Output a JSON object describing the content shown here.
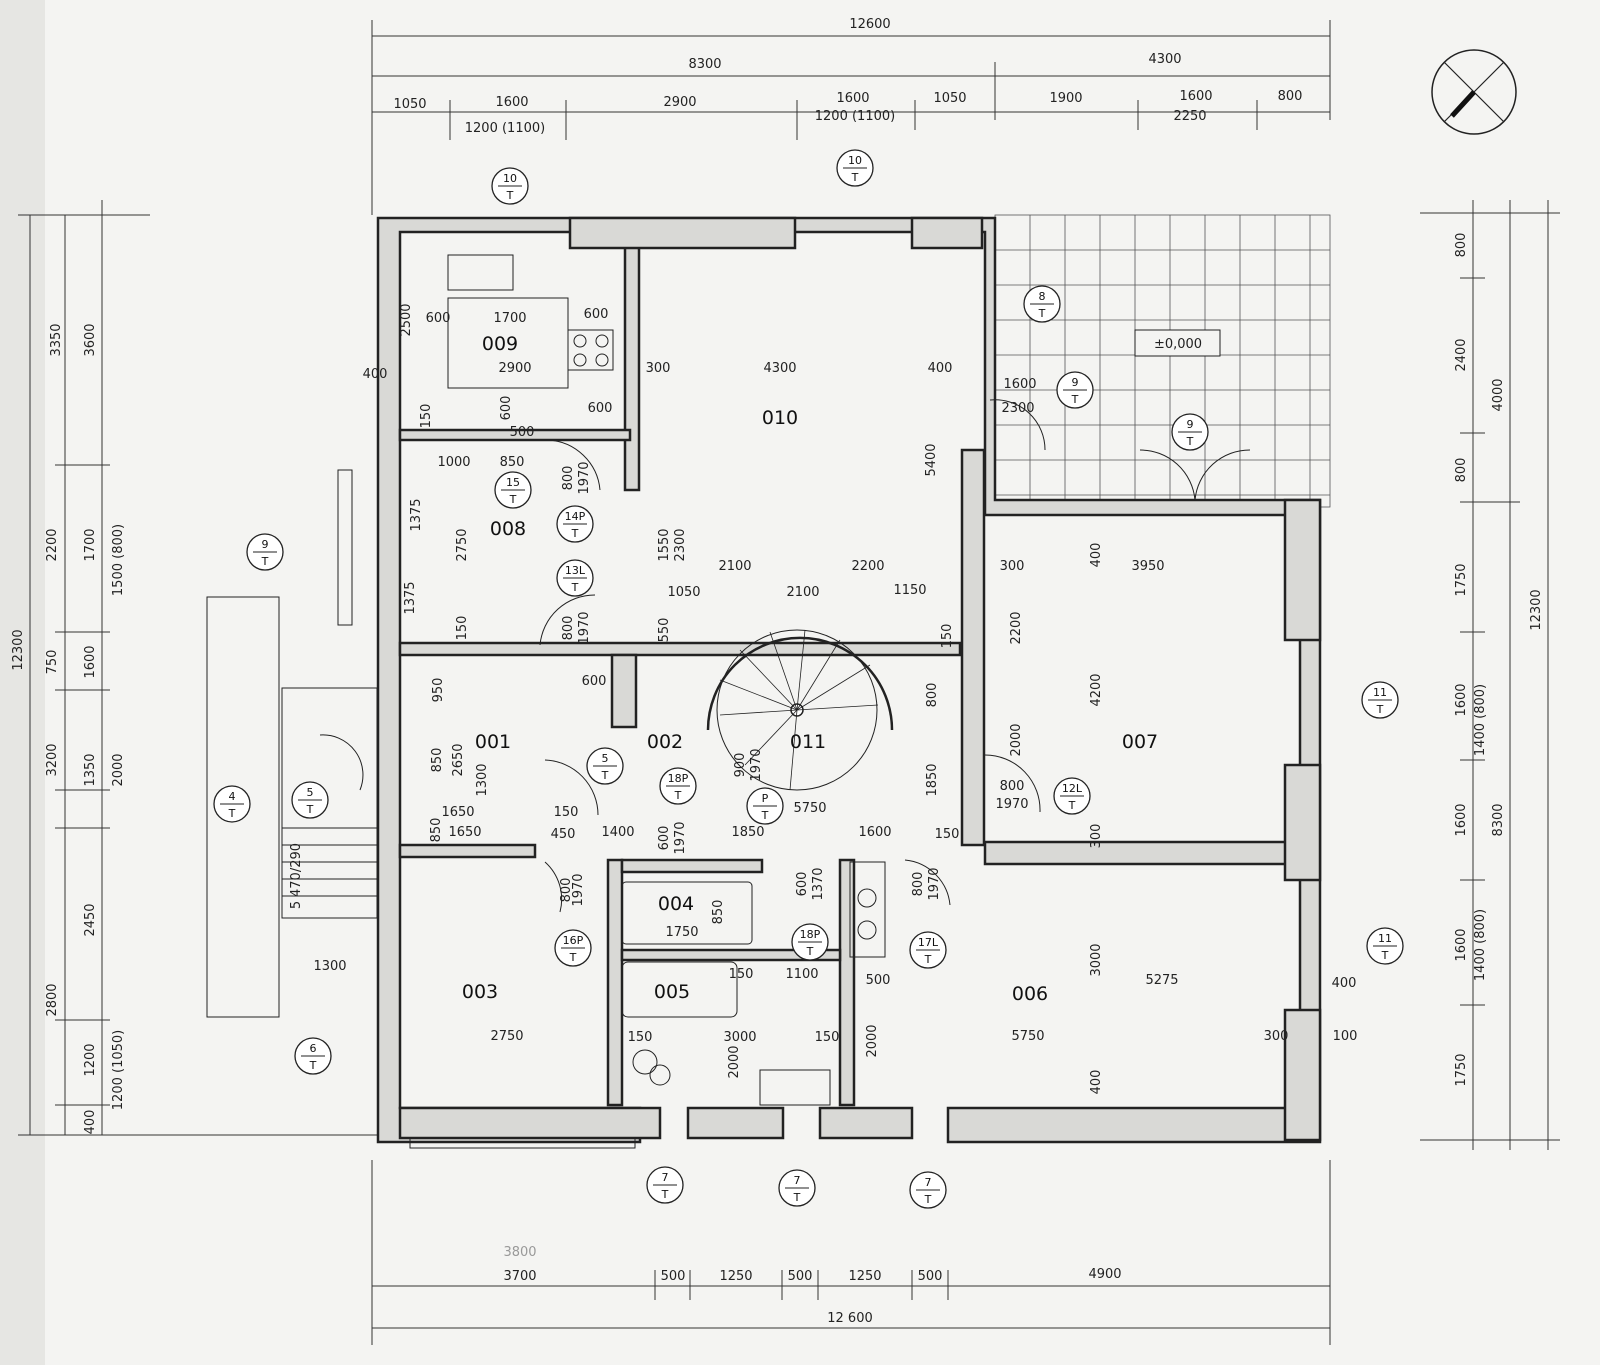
{
  "top_dims": {
    "overall": "12600",
    "part_a": "8300",
    "part_b": "4300",
    "row3": [
      "1050",
      "1600",
      "2900",
      "1600",
      "1050",
      "1900",
      "1600",
      "800"
    ],
    "sub_a": "1200 (1100)",
    "sub_b": "1200 (1100)",
    "sub_c": "2250"
  },
  "bottom_dims": {
    "overall": "12 600",
    "pencil": "3800",
    "row": [
      "3700",
      "500",
      "1250",
      "500",
      "1250",
      "500",
      "4900"
    ]
  },
  "left_dims": {
    "col1": [
      "3350",
      "12300",
      "3200",
      "2800"
    ],
    "col2": [
      "3600",
      "2200",
      "750",
      "1350",
      "2450",
      "1200",
      "400"
    ],
    "col3": [
      "1700",
      "1500 (800)",
      "1600",
      "2000",
      "1200 (1050)"
    ]
  },
  "right_dims": {
    "col1": [
      "800",
      "2400",
      "800",
      "1750",
      "1600",
      "1600",
      "1600",
      "1750"
    ],
    "col2": [
      "4000",
      "1400 (800)",
      "1400 (800)"
    ],
    "col3": [
      "12300",
      "8300"
    ]
  },
  "rooms": {
    "r001": "001",
    "r002": "002",
    "r003": "003",
    "r004": "004",
    "r005": "005",
    "r006": "006",
    "r007": "007",
    "r008": "008",
    "r009": "009",
    "r010": "010",
    "r011": "011"
  },
  "terrace_level": "±0,000",
  "interior_dims": [
    "2500",
    "1700",
    "600",
    "600",
    "2900",
    "400",
    "500",
    "150",
    "600",
    "600",
    "300",
    "4300",
    "400",
    "1600",
    "2300",
    "1000",
    "850",
    "800",
    "1970",
    "5400",
    "1375",
    "2750",
    "1550",
    "2300",
    "2100",
    "2200",
    "300",
    "3950",
    "400",
    "1375",
    "1050",
    "2100",
    "1150",
    "150",
    "550",
    "150",
    "800",
    "1970",
    "600",
    "950",
    "2200",
    "4200",
    "2000",
    "800",
    "850",
    "2650",
    "1300",
    "900",
    "1970",
    "1850",
    "800",
    "1970",
    "1650",
    "150",
    "5750",
    "850",
    "1650",
    "450",
    "1400",
    "1850",
    "1600",
    "150",
    "300",
    "600",
    "1970",
    "800",
    "1970",
    "850",
    "1750",
    "600",
    "1370",
    "800",
    "1970",
    "150",
    "1100",
    "500",
    "3000",
    "5275",
    "400",
    "2750",
    "150",
    "3000",
    "150",
    "2000",
    "2000",
    "5750",
    "300",
    "100",
    "400",
    "1300",
    "5",
    "470/290"
  ],
  "markers": [
    {
      "top": "10",
      "bottom": "T"
    },
    {
      "top": "10",
      "bottom": "T"
    },
    {
      "top": "8",
      "bottom": "T"
    },
    {
      "top": "9",
      "bottom": "T"
    },
    {
      "top": "9",
      "bottom": "T"
    },
    {
      "top": "15",
      "bottom": "T"
    },
    {
      "top": "14P",
      "bottom": "T"
    },
    {
      "top": "13L",
      "bottom": "T"
    },
    {
      "top": "9",
      "bottom": "T"
    },
    {
      "top": "5",
      "bottom": "T"
    },
    {
      "top": "18P",
      "bottom": "T"
    },
    {
      "top": "P",
      "bottom": "T"
    },
    {
      "top": "12L",
      "bottom": "T"
    },
    {
      "top": "11",
      "bottom": "T"
    },
    {
      "top": "4",
      "bottom": "T"
    },
    {
      "top": "5",
      "bottom": "T"
    },
    {
      "top": "16P",
      "bottom": "T"
    },
    {
      "top": "18P",
      "bottom": "T"
    },
    {
      "top": "17L",
      "bottom": "T"
    },
    {
      "top": "11",
      "bottom": "T"
    },
    {
      "top": "6",
      "bottom": "T"
    },
    {
      "top": "7",
      "bottom": "T"
    },
    {
      "top": "7",
      "bottom": "T"
    },
    {
      "top": "7",
      "bottom": "T"
    }
  ],
  "north_arrow": "north-arrow-icon"
}
